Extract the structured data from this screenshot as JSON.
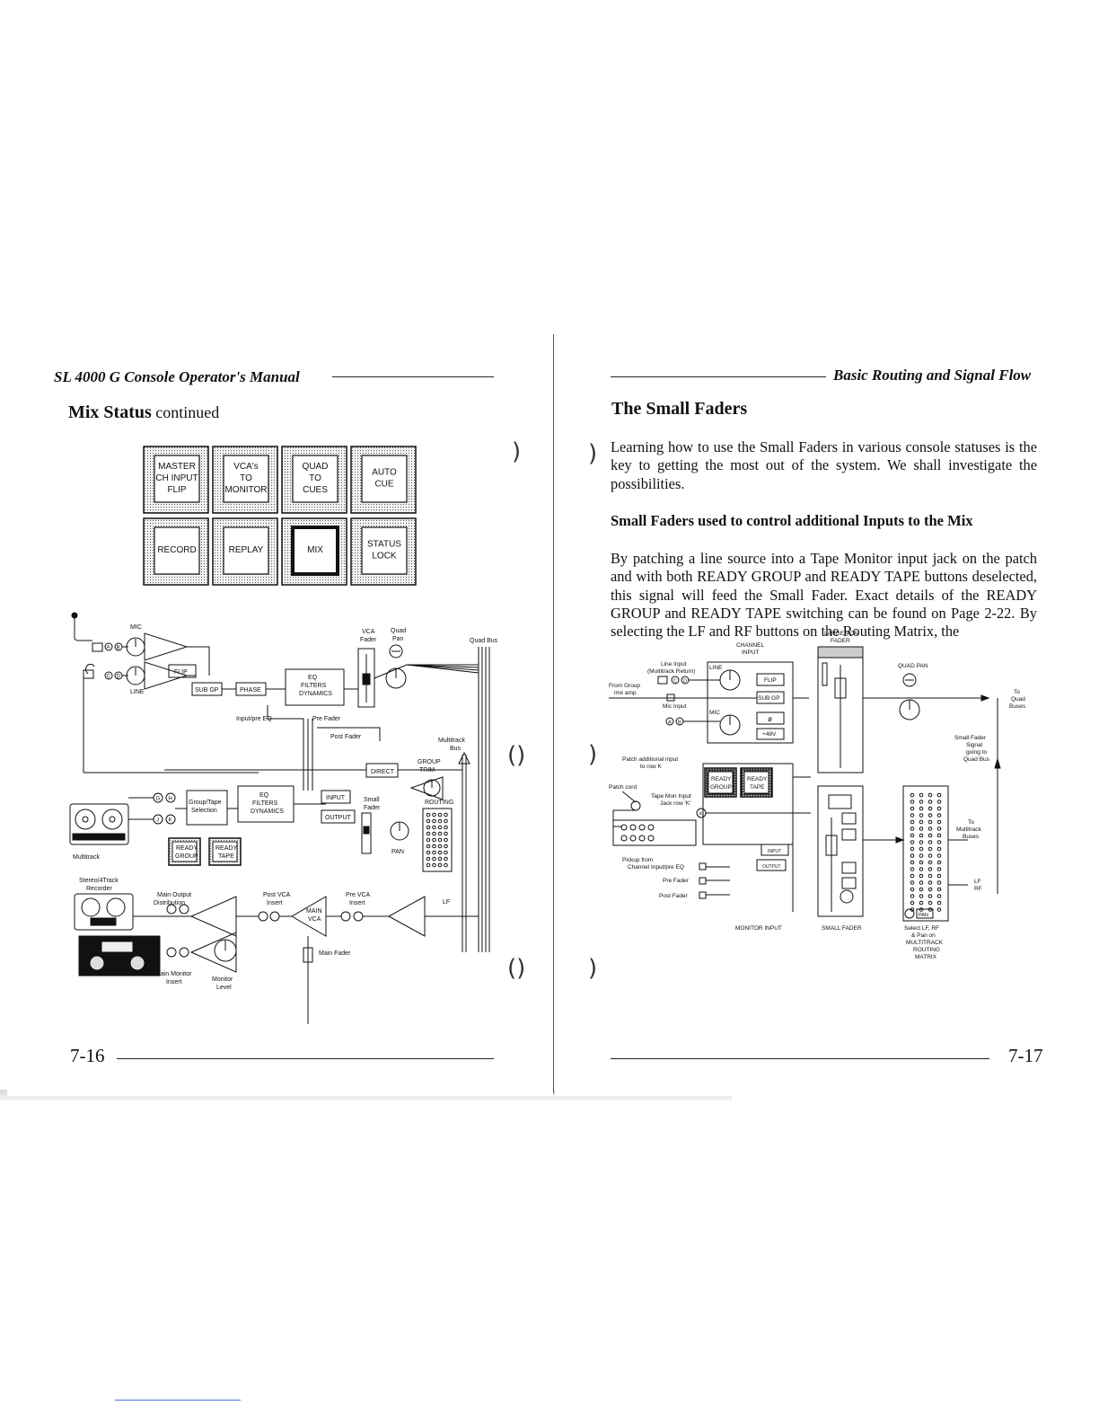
{
  "left_page": {
    "header_title": "SL 4000 G Console Operator's Manual",
    "section_bold": "Mix Status",
    "section_rest": " continued",
    "buttons": [
      {
        "label_lines": [
          "MASTER",
          "CH INPUT",
          "FLIP"
        ],
        "selected": false
      },
      {
        "label_lines": [
          "VCA's",
          "TO",
          "MONITOR"
        ],
        "selected": false
      },
      {
        "label_lines": [
          "QUAD",
          "TO",
          "CUES"
        ],
        "selected": false
      },
      {
        "label_lines": [
          "AUTO",
          "CUE"
        ],
        "selected": false
      },
      {
        "label_lines": [
          "RECORD"
        ],
        "selected": false
      },
      {
        "label_lines": [
          "REPLAY"
        ],
        "selected": false
      },
      {
        "label_lines": [
          "MIX"
        ],
        "selected": true
      },
      {
        "label_lines": [
          "STATUS",
          "LOCK"
        ],
        "selected": false
      }
    ],
    "diagram": {
      "mic": "MIC",
      "line": "LINE",
      "flip": "FLIP",
      "sub_gp": "SUB GP",
      "phase": "PHASE",
      "eq_lines": [
        "EQ",
        "FILTERS",
        "DYNAMICS"
      ],
      "vca_fader": [
        "VCA",
        "Fader"
      ],
      "quad_pan": [
        "Quad",
        "Pan"
      ],
      "quad_bus": "Quad Bus",
      "input_pre_eq": "Input/pre EQ",
      "pre_fader": "Pre Fader",
      "post_fader": "Post Fader",
      "multitrack_bus": [
        "Multitrack",
        "Bus"
      ],
      "group_trim": [
        "GROUP",
        "TRIM"
      ],
      "direct": "DIRECT",
      "group_tape_selection": [
        "Group/Tape",
        "Selection"
      ],
      "eq_lines_2": [
        "EQ",
        "FILTERS",
        "DYNAMICS"
      ],
      "input": "INPUT",
      "output": "OUTPUT",
      "small_fader": [
        "Small",
        "Fader"
      ],
      "routing": "ROUTING",
      "pan": "PAN",
      "multitrack": "Multitrack",
      "ready_group": [
        "READY",
        "GROUP"
      ],
      "ready_tape": [
        "READY",
        "TAPE"
      ],
      "stereo_recorder": [
        "Stereo/4Track",
        "Recorder"
      ],
      "main_output_distribution": [
        "Main Output",
        "Distribution"
      ],
      "post_vca_insert": [
        "Post VCA",
        "Insert"
      ],
      "pre_vca_insert": [
        "Pre VCA",
        "Insert"
      ],
      "main_vca": [
        "MAIN",
        "VCA"
      ],
      "lf": "LF",
      "main_monitor_insert": [
        "Main Monitor",
        "Insert"
      ],
      "monitor_level": [
        "Monitor",
        "Level"
      ],
      "main_fader": "Main Fader",
      "letters": [
        "A",
        "B",
        "C",
        "D",
        "G",
        "H",
        "J",
        "K"
      ]
    },
    "page_number": "7-16"
  },
  "right_page": {
    "header_title": "Basic Routing and Signal Flow",
    "section_title": "The Small Faders",
    "paragraph1": "Learning how to use the Small Faders in various console statuses is the key to getting the most out of the system. We shall investigate the possibilities.",
    "subheading": "Small Faders used to control additional Inputs to the Mix",
    "paragraph2": "By patching a line source into a Tape Monitor input jack on the patch and with both READY GROUP and READY TAPE buttons deselected, this signal will feed the Small Fader. Exact details of the READY GROUP and READY TAPE switching can be found on Page 2-22. By selecting the LF and RF buttons on the Routing Matrix, the",
    "diagram": {
      "channel_input": [
        "CHANNEL",
        "INPUT"
      ],
      "large_vca_fader": [
        "LARGE VCA",
        "FADER"
      ],
      "line_input": [
        "Line Input",
        "(Multitrack Return)"
      ],
      "from_group": [
        "From Group",
        "mix amp"
      ],
      "line": "LINE",
      "flip": "FLIP",
      "sub_gp": "SUB GP",
      "mic": "MIC",
      "mic_input": "Mic Input",
      "phase_symbol": "ø",
      "p48": "+48V",
      "quad_pan": "QUAD PAN",
      "to_quad_buses": [
        "To",
        "Quad",
        "Buses"
      ],
      "small_fader_signal": [
        "Small Fader",
        "Signal",
        "going to",
        "Quad Bus"
      ],
      "patch_additional": [
        "Patch additional input",
        "to row K"
      ],
      "patch_cord": "Patch cord",
      "tape_mon_input": [
        "Tape Mon Input",
        "Jack row 'K'"
      ],
      "ready_group": [
        "READY",
        "GROUP"
      ],
      "ready_tape": [
        "READY",
        "TAPE"
      ],
      "to_multitrack": [
        "To",
        "Multitrack",
        "Buses"
      ],
      "pickup_from": [
        "Pickup from",
        "Channel Input/pre EQ"
      ],
      "pre_fader": "Pre Fader",
      "post_fader": "Post Fader",
      "input": "INPUT",
      "output": "OUTPUT",
      "lf": "LF",
      "rf": "RF",
      "monitor_input": "MONITOR INPUT",
      "small_fader": "SMALL FADER",
      "select_lf_rf": [
        "Select LF, RF",
        "& Pan on",
        "MULTITRACK",
        "ROUTING",
        "MATRIX"
      ],
      "pan": "PAN",
      "letters": [
        "A",
        "B",
        "C",
        "D",
        "K"
      ]
    },
    "page_number": "7-17"
  }
}
